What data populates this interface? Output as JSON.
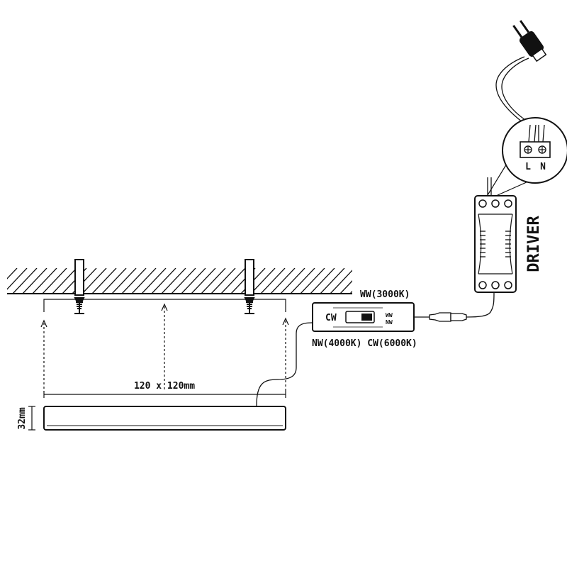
{
  "labels": {
    "ww": "WW(3000K)",
    "nw_cw": "NW(4000K) CW(6000K)",
    "width": "120 x 120mm",
    "height": "32mm",
    "driver": "DRIVER",
    "switch_cw": "CW",
    "switch_ww": "WW",
    "switch_nw": "NW",
    "terminal_l": "L",
    "terminal_n": "N"
  },
  "colors": {
    "line": "#111111",
    "background": "#ffffff"
  },
  "icons": {
    "plug": "plug-icon",
    "screw": "screw-icon",
    "terminal": "terminal-block-icon"
  }
}
